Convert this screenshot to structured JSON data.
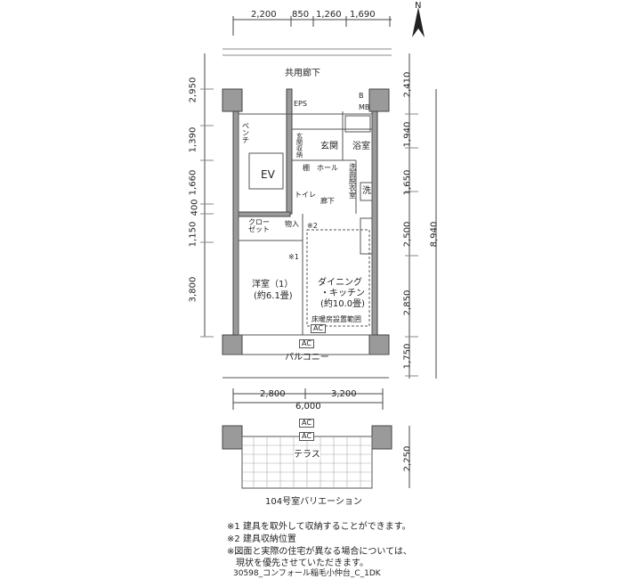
{
  "compass": "N",
  "dims_top": [
    "2,200",
    "850",
    "1,260",
    "1,690"
  ],
  "dims_left": [
    "2,950",
    "1,390",
    "1,660",
    "400",
    "1,150",
    "3,800"
  ],
  "dims_right": [
    "2,410",
    "1,940",
    "1,650",
    "2,500",
    "2,850",
    "1,750"
  ],
  "dim_right_total": "8,940",
  "dims_bottom": [
    "2,800",
    "3,200"
  ],
  "dim_bottom_total": "6,000",
  "dim_terrace": "2,250",
  "rooms": {
    "corridor": "共用廊下",
    "eps": "EPS",
    "bench": "ベンチ",
    "ev": "EV",
    "genkan_storage": "玄関収納",
    "genkan": "玄関",
    "bath": "浴室",
    "b": "B",
    "mb": "MB",
    "hall": "ホール",
    "toilet": "トイレ",
    "hallway": "廊下",
    "washroom": "洗面脱衣室",
    "washer": "洗",
    "closet": "クローゼット",
    "storage": "物入",
    "western_room": "洋室（1）",
    "western_size": "(約6.1畳)",
    "dining": "ダイニング",
    "kitchen": "・キッチン",
    "dining_size": "(約10.0畳)",
    "floor_heating": "床暖房設置範囲",
    "ac": "AC",
    "balcony": "バルコニー",
    "terrace": "テラス",
    "mark1": "※1",
    "mark2": "※2",
    "shelf": "棚"
  },
  "variation_title": "104号室バリエーション",
  "notes": [
    "※1 建具を取外して収納することができます。",
    "※2 建具収納位置",
    "※図面と実際の住宅が異なる場合については、",
    "　現状を優先させていただきます。"
  ],
  "footer": "30598_コンフォール稲毛小仲台_C_1DK"
}
